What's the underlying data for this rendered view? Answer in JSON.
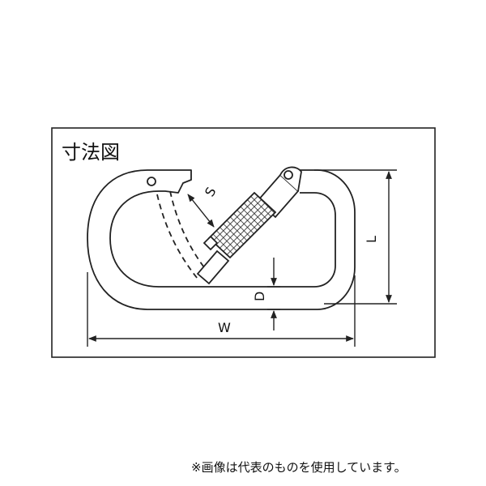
{
  "panel": {
    "title": "寸法図"
  },
  "dimensions": {
    "S": "S",
    "L": "L",
    "D": "D",
    "W": "W"
  },
  "footnote": "※画像は代表のものを使用しています。"
}
